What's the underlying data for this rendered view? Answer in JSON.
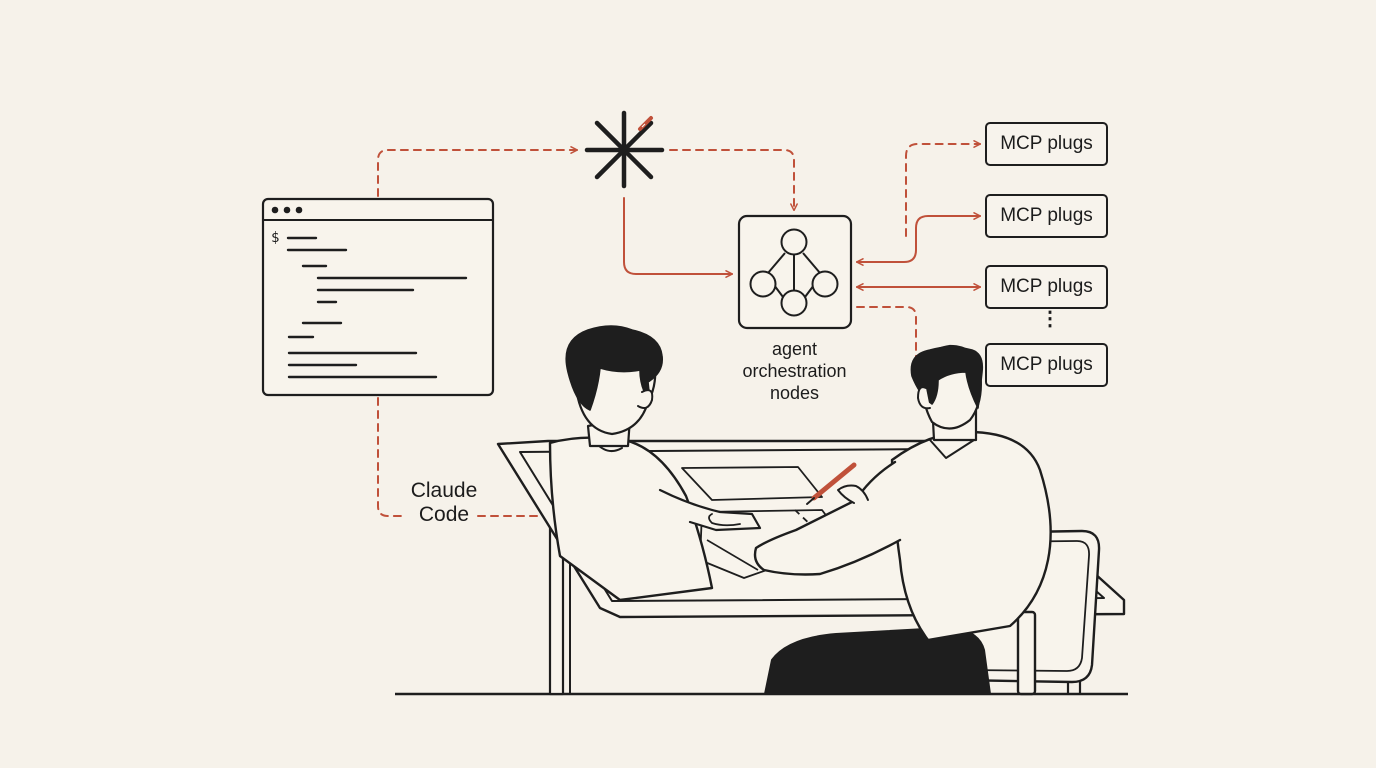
{
  "labels": {
    "claude_code": "Claude\nCode",
    "agent_nodes": "agent\norchestration\nnodes"
  },
  "mcp_plugs": [
    {
      "label": "MCP plugs"
    },
    {
      "label": "MCP plugs"
    },
    {
      "label": "MCP plugs"
    },
    {
      "label": "MCP plugs"
    }
  ],
  "ellipsis": "⋮",
  "terminal": {
    "prompt": "$"
  },
  "colors": {
    "background": "#f6f2ea",
    "ink": "#1e1e1e",
    "accent": "#c0513a"
  }
}
